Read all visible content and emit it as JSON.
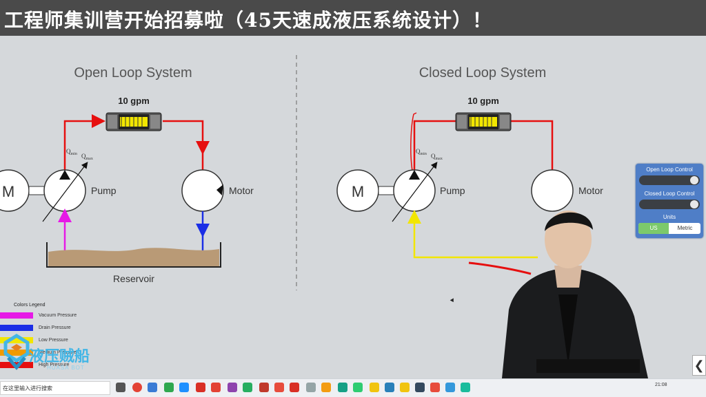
{
  "banner": {
    "title": "工程师集训营开始招募啦（45天速成液压系统设计）！"
  },
  "open_loop": {
    "title": "Open Loop System",
    "flow": "10 gpm",
    "motor_m": "M",
    "pump": "Pump",
    "motor": "Motor",
    "reservoir": "Reservoir",
    "qmin": "Q",
    "qmin_sub": "min",
    "qmax": "Q",
    "qmax_sub": "max"
  },
  "closed_loop": {
    "title": "Closed Loop System",
    "flow": "10 gpm",
    "motor_m": "M",
    "pump": "Pump",
    "motor": "Motor",
    "qmin": "Q",
    "qmin_sub": "min",
    "qmax": "Q",
    "qmax_sub": "max"
  },
  "controls": {
    "open_loop_control": "Open Loop Control",
    "closed_loop_control": "Closed Loop Control",
    "units_label": "Units",
    "units_us": "US",
    "units_metric": "Metric",
    "open_loop_value": 1.0,
    "closed_loop_value": 1.0
  },
  "legend": {
    "title": "Colors Legend",
    "items": [
      {
        "label": "Vacuum Pressure",
        "color": "#e619e6"
      },
      {
        "label": "Drain Pressure",
        "color": "#1a2ee6"
      },
      {
        "label": "Low Pressure",
        "color": "#f2e600"
      },
      {
        "label": "Medium Pressure",
        "color": "#f29a00"
      },
      {
        "label": "High Pressure",
        "color": "#e60f0f"
      }
    ]
  },
  "logo": {
    "text": "液压贼船",
    "sub": "HUASA BOT"
  },
  "taskbar": {
    "search_placeholder": "在这里输入进行搜索",
    "clock": "21:08"
  },
  "colors": {
    "high": "#e60f0f",
    "low": "#f2e600",
    "vacuum": "#e619e6",
    "drain": "#1a2ee6",
    "panel": "#4f7ec7"
  }
}
